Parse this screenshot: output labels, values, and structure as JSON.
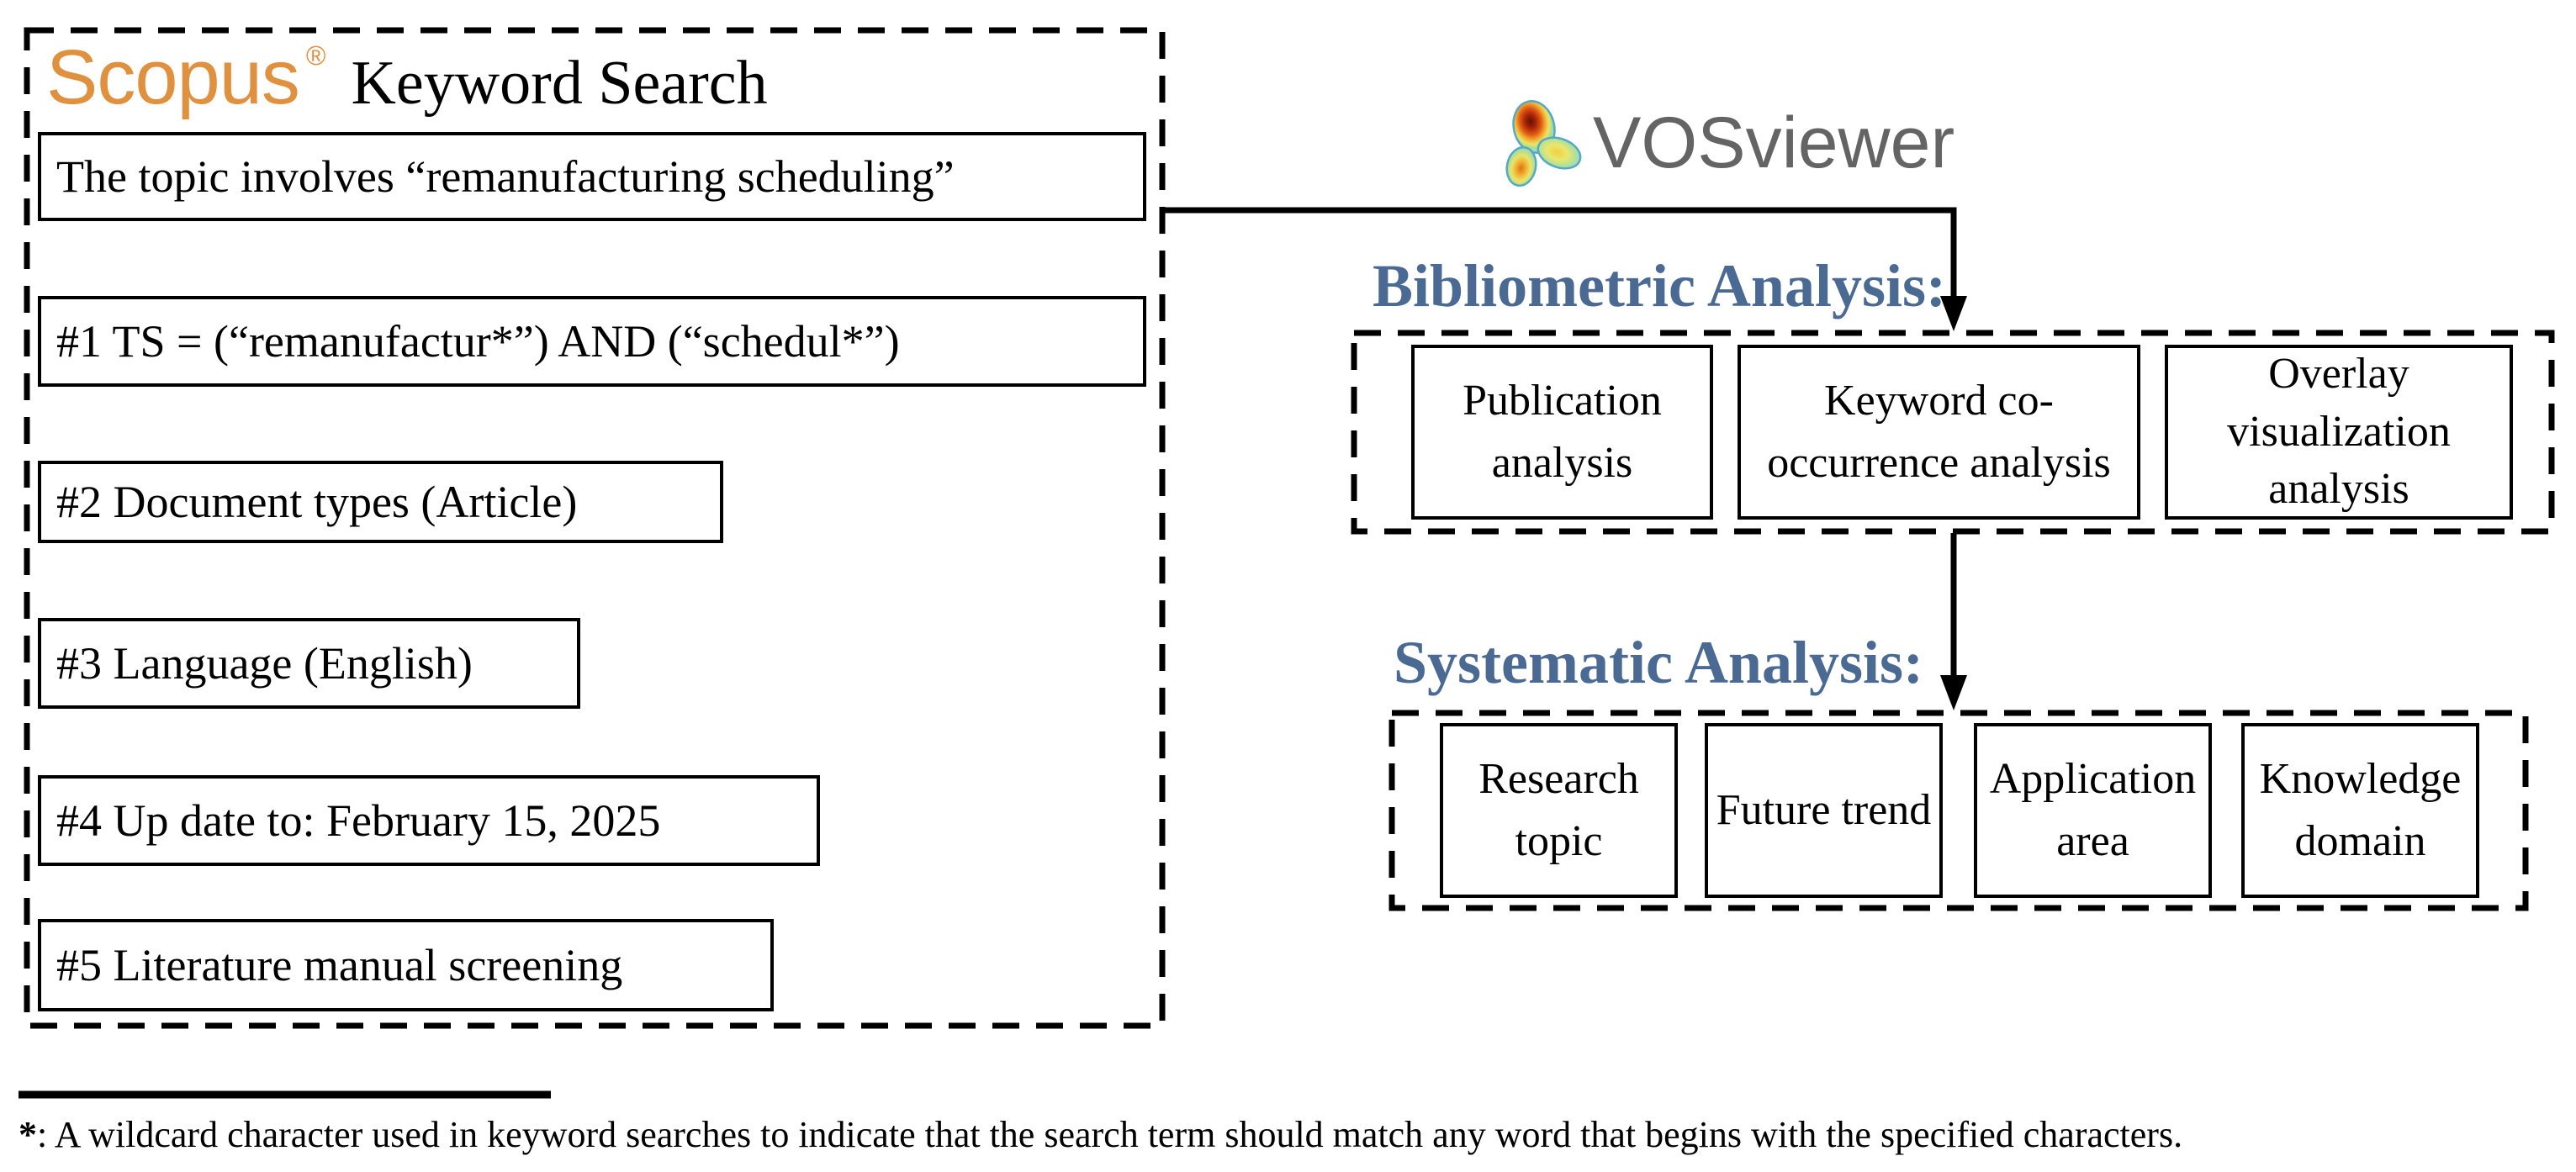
{
  "header": {
    "scopus_logo": "Scopus",
    "registered_mark": "®",
    "title": "Keyword Search"
  },
  "search_steps": [
    "The topic involves “remanufacturing scheduling”",
    "#1 TS = (“remanufactur*”) AND (“schedul*”)",
    "#2 Document types (Article)",
    "#3 Language (English)",
    "#4 Up date to: February 15, 2025",
    "#5 Literature manual screening"
  ],
  "vosviewer": {
    "label": "VOSviewer",
    "icon": "vosviewer-heatmap-icon"
  },
  "bibliometric": {
    "heading": "Bibliometric Analysis:",
    "items": [
      "Publication analysis",
      "Keyword co-occurrence analysis",
      "Overlay visualization analysis"
    ]
  },
  "systematic": {
    "heading": "Systematic Analysis:",
    "items": [
      "Research topic",
      "Future trend",
      "Application area",
      "Knowledge domain"
    ]
  },
  "footnote": {
    "marker": "*",
    "text": ": A wildcard character used in keyword searches to indicate that the search term should match any word that begins with the specified characters."
  },
  "colors": {
    "heading_blue": "#4A6A94",
    "scopus_orange": "#E0913F",
    "vosviewer_gray": "#646464",
    "line_black": "#000000"
  }
}
